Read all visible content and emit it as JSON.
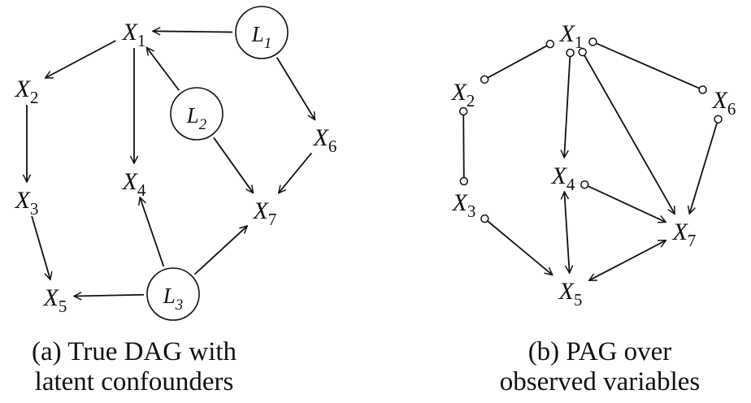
{
  "dag": {
    "caption_line1": "(a) True DAG with",
    "caption_line2": "latent confounders",
    "nodes": [
      {
        "id": "X1",
        "letter": "X",
        "sub": "1",
        "latent": false
      },
      {
        "id": "X2",
        "letter": "X",
        "sub": "2",
        "latent": false
      },
      {
        "id": "X3",
        "letter": "X",
        "sub": "3",
        "latent": false
      },
      {
        "id": "X4",
        "letter": "X",
        "sub": "4",
        "latent": false
      },
      {
        "id": "X5",
        "letter": "X",
        "sub": "5",
        "latent": false
      },
      {
        "id": "X6",
        "letter": "X",
        "sub": "6",
        "latent": false
      },
      {
        "id": "X7",
        "letter": "X",
        "sub": "7",
        "latent": false
      },
      {
        "id": "L1",
        "letter": "L",
        "sub": "1",
        "latent": true
      },
      {
        "id": "L2",
        "letter": "L",
        "sub": "2",
        "latent": true
      },
      {
        "id": "L3",
        "letter": "L",
        "sub": "3",
        "latent": true
      }
    ],
    "edges": [
      {
        "from": "L1",
        "to": "X1",
        "type": "directed"
      },
      {
        "from": "L1",
        "to": "X6",
        "type": "directed"
      },
      {
        "from": "X1",
        "to": "X2",
        "type": "directed"
      },
      {
        "from": "X1",
        "to": "X4",
        "type": "directed"
      },
      {
        "from": "L2",
        "to": "X1",
        "type": "directed"
      },
      {
        "from": "L2",
        "to": "X7",
        "type": "directed"
      },
      {
        "from": "X2",
        "to": "X3",
        "type": "directed"
      },
      {
        "from": "X3",
        "to": "X5",
        "type": "directed"
      },
      {
        "from": "X6",
        "to": "X7",
        "type": "directed"
      },
      {
        "from": "L3",
        "to": "X4",
        "type": "directed"
      },
      {
        "from": "L3",
        "to": "X7",
        "type": "directed"
      },
      {
        "from": "L3",
        "to": "X5",
        "type": "directed"
      }
    ]
  },
  "pag": {
    "caption_line1": "(b) PAG over",
    "caption_line2": "observed variables",
    "nodes": [
      {
        "id": "X1",
        "letter": "X",
        "sub": "1"
      },
      {
        "id": "X2",
        "letter": "X",
        "sub": "2"
      },
      {
        "id": "X3",
        "letter": "X",
        "sub": "3"
      },
      {
        "id": "X4",
        "letter": "X",
        "sub": "4"
      },
      {
        "id": "X5",
        "letter": "X",
        "sub": "5"
      },
      {
        "id": "X6",
        "letter": "X",
        "sub": "6"
      },
      {
        "id": "X7",
        "letter": "X",
        "sub": "7"
      }
    ],
    "edges": [
      {
        "from": "X1",
        "to": "X2",
        "type": "circle-circle"
      },
      {
        "from": "X1",
        "to": "X6",
        "type": "circle-circle"
      },
      {
        "from": "X2",
        "to": "X3",
        "type": "circle-circle"
      },
      {
        "from": "X1",
        "to": "X4",
        "type": "circle-arrow"
      },
      {
        "from": "X1",
        "to": "X7",
        "type": "circle-arrow"
      },
      {
        "from": "X6",
        "to": "X7",
        "type": "circle-arrow"
      },
      {
        "from": "X4",
        "to": "X7",
        "type": "circle-arrow"
      },
      {
        "from": "X3",
        "to": "X5",
        "type": "circle-arrow"
      },
      {
        "from": "X4",
        "to": "X5",
        "type": "bidirected"
      },
      {
        "from": "X5",
        "to": "X7",
        "type": "bidirected"
      }
    ]
  }
}
